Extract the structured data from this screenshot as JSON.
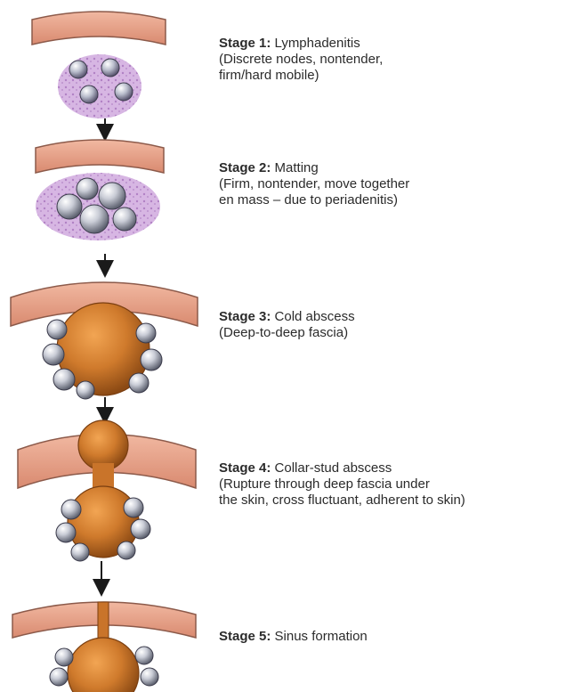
{
  "colors": {
    "skin_fill": "#e8a48c",
    "skin_stroke": "#8c5a4a",
    "node_purple": "#c9a3d6",
    "node_grey": "#c9ccd6",
    "abscess_orange": "#cf7a2c",
    "arrow": "#1a1a1a",
    "text": "#2b2b2b"
  },
  "stages": [
    {
      "label": "Stage 1:",
      "title": "Lymphadenitis",
      "desc_lines": [
        "(Discrete nodes, nontender,",
        "firm/hard mobile)"
      ]
    },
    {
      "label": "Stage 2:",
      "title": "Matting",
      "desc_lines": [
        "(Firm, nontender, move together",
        "en mass – due to periadenitis)"
      ]
    },
    {
      "label": "Stage 3:",
      "title": "Cold abscess",
      "desc_lines": [
        "(Deep-to-deep fascia)"
      ]
    },
    {
      "label": "Stage 4:",
      "title": "Collar-stud  abscess",
      "desc_lines": [
        "(Rupture through deep fascia under",
        "the skin, cross fluctuant, adherent to skin)"
      ]
    },
    {
      "label": "Stage 5:",
      "title": "Sinus formation",
      "desc_lines": []
    }
  ],
  "icons": {
    "arrow": "down-arrow-icon",
    "node": "lymph-node-icon",
    "abscess": "abscess-icon"
  }
}
